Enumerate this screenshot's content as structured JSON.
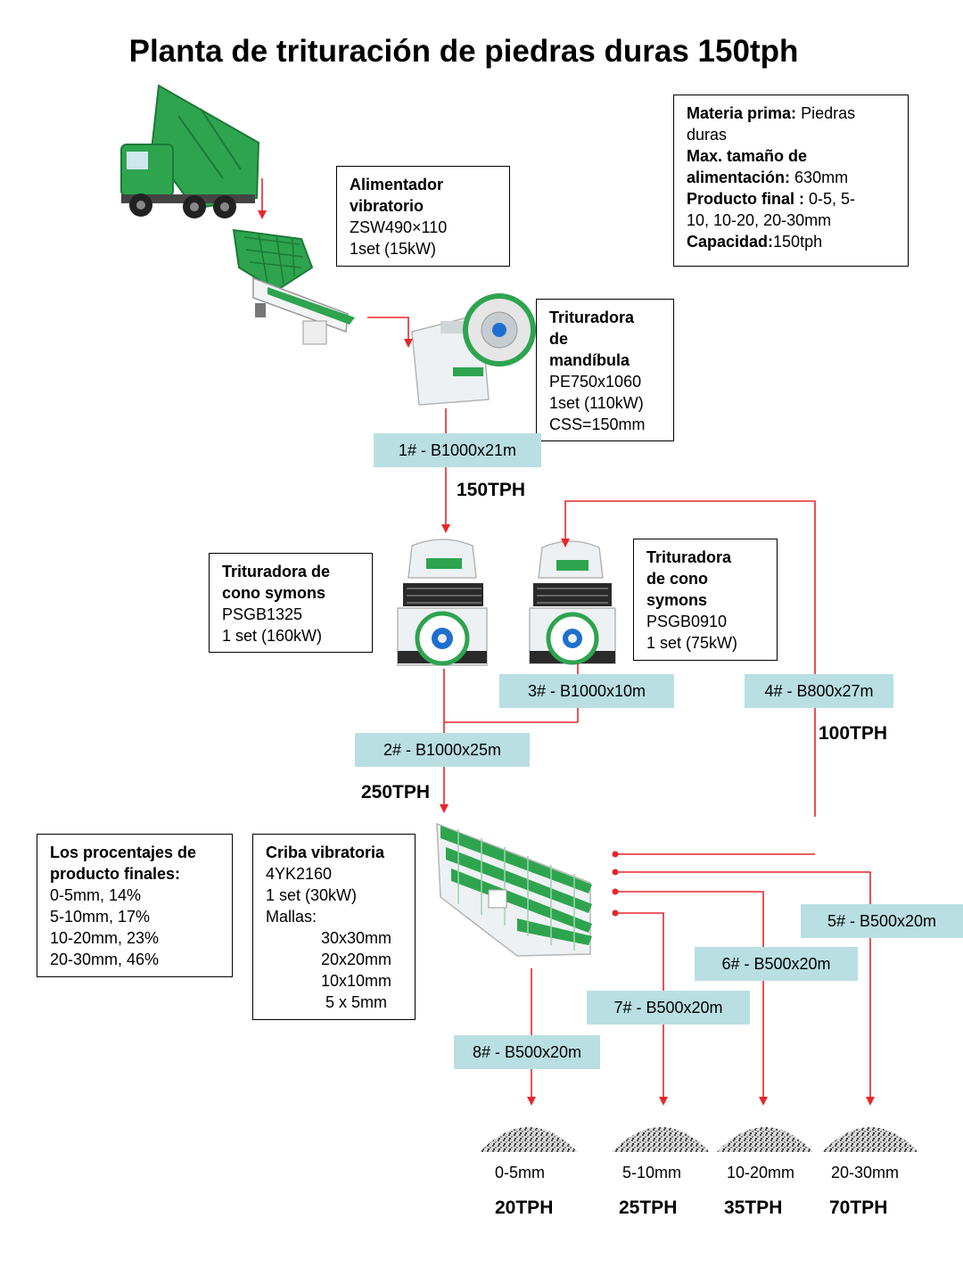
{
  "title": "Planta de trituración de piedras duras 150tph",
  "info_box": {
    "raw_label": "Materia prima:",
    "raw_value_1": "Piedras",
    "raw_value_2": "duras",
    "max_label_1": "Max. tamaño de",
    "max_label_2": "alimentación:",
    "max_value": "630mm",
    "product_label": "Producto final :",
    "product_value_1": "0-5, 5-",
    "product_value_2": "10, 10-20, 20-30mm",
    "capacity_label": "Capacidad:",
    "capacity_value": "150tph"
  },
  "feeder": {
    "name_1": "Alimentador",
    "name_2": "vibratorio",
    "model": "ZSW490×110",
    "qty": "1set  (15kW)"
  },
  "jaw": {
    "name_1": "Trituradora",
    "name_2": "de",
    "name_3": "mandíbula",
    "model": "PE750x1060",
    "qty": "1set  (110kW)",
    "css": "CSS=150mm"
  },
  "cone1": {
    "name_1": "Trituradora de",
    "name_2": "cono symons",
    "model": "PSGB1325",
    "qty": "1 set  (160kW)"
  },
  "cone2": {
    "name_1": "Trituradora",
    "name_2": "de cono",
    "name_3": "symons",
    "model": "PSGB0910",
    "qty": "1 set  (75kW)"
  },
  "percentages": {
    "title_1": "Los procentajes de",
    "title_2": "producto finales:",
    "items": [
      "0-5mm, 14%",
      "5-10mm, 17%",
      "10-20mm, 23%",
      "20-30mm, 46%"
    ]
  },
  "screen": {
    "name": "Criba vibratoria",
    "model": "4YK2160",
    "qty": "1 set  (30kW)",
    "mesh_label": "Mallas:",
    "meshes": [
      "30x30mm",
      "20x20mm",
      "10x10mm",
      " 5 x 5mm"
    ]
  },
  "belts": {
    "b1": "1# - B1000x21m",
    "b2": "2# - B1000x25m",
    "b3": "3# - B1000x10m",
    "b4": "4# - B800x27m",
    "b5": "5# - B500x20m",
    "b6": "6# - B500x20m",
    "b7": "7# - B500x20m",
    "b8": "8# - B500x20m"
  },
  "flows": {
    "f150": "150TPH",
    "f250": "250TPH",
    "f100": "100TPH"
  },
  "products": [
    {
      "size": "0-5mm",
      "tph": "20TPH"
    },
    {
      "size": "5-10mm",
      "tph": "25TPH"
    },
    {
      "size": "10-20mm",
      "tph": "35TPH"
    },
    {
      "size": "20-30mm",
      "tph": "70TPH"
    }
  ],
  "colors": {
    "arrow": "#e8262a",
    "label_bg": "#b9dfe2",
    "machine_green": "#2ea44f",
    "machine_body": "#e9eef1"
  }
}
